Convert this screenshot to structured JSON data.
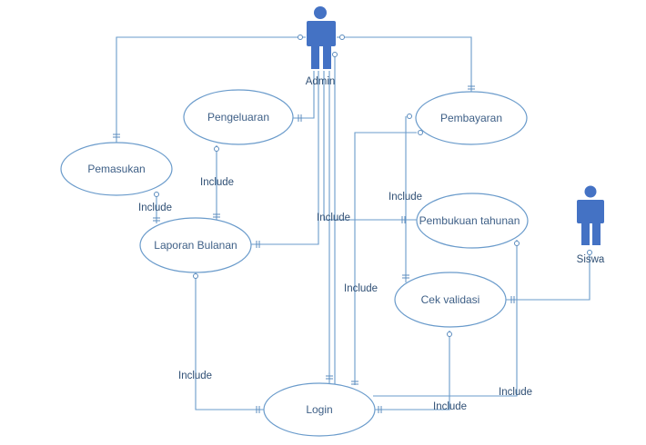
{
  "actors": {
    "admin": {
      "label": "Admin",
      "icon": "person-icon"
    },
    "siswa": {
      "label": "Siswa",
      "icon": "person-icon"
    }
  },
  "use_cases": {
    "pengeluaran": "Pengeluaran",
    "pembayaran": "Pembayaran",
    "pemasukan": "Pemasukan",
    "pembukuan_tahunan": "Pembukuan tahunan",
    "laporan_bulanan": "Laporan Bulanan",
    "cek_validasi": "Cek validasi",
    "login": "Login"
  },
  "relations": {
    "include_pengeluaran_laporan": "Include",
    "include_pemasukan_laporan": "Include",
    "include_admin_login": "Include",
    "include_pembayaran_cek": "Include",
    "include_laporan_login": "Include",
    "include_pembukuan_login": "Include",
    "include_cek_login": "Include",
    "include_login_left": "Include"
  },
  "colors": {
    "line": "#6a9bcb",
    "actor": "#4472c4",
    "text": "#3e5f86"
  }
}
